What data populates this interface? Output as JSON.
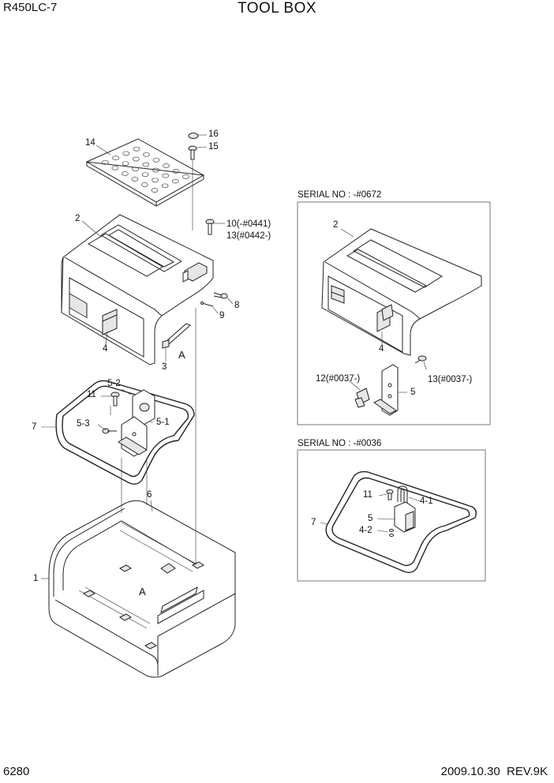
{
  "header": {
    "model": "R450LC-7",
    "title": "TOOL BOX"
  },
  "footer": {
    "page_number": "6280",
    "date_revision": "2009.10.30  REV.9K"
  },
  "main_labels": {
    "l14": "14",
    "l16": "16",
    "l15": "15",
    "l2": "2",
    "l10": "10(-#0441)",
    "l13": "13(#0442-)",
    "l8": "8",
    "l9": "9",
    "l4": "4",
    "l3": "3",
    "lA_top": "A",
    "l5_2": "5-2",
    "l11": "11",
    "l7": "7",
    "l5_3": "5-3",
    "l5_1": "5-1",
    "l6": "6",
    "l1": "1",
    "lA_bottom": "A"
  },
  "inset_upper": {
    "serial": "SERIAL NO : -#0672",
    "l2": "2",
    "l4": "4",
    "l12": "12(#0037-)",
    "l13": "13(#0037-)",
    "l5": "5"
  },
  "inset_lower": {
    "serial": "SERIAL NO : -#0036",
    "l11": "11",
    "l4_1": "4-1",
    "l5": "5",
    "l4_2": "4-2",
    "l7": "7"
  }
}
